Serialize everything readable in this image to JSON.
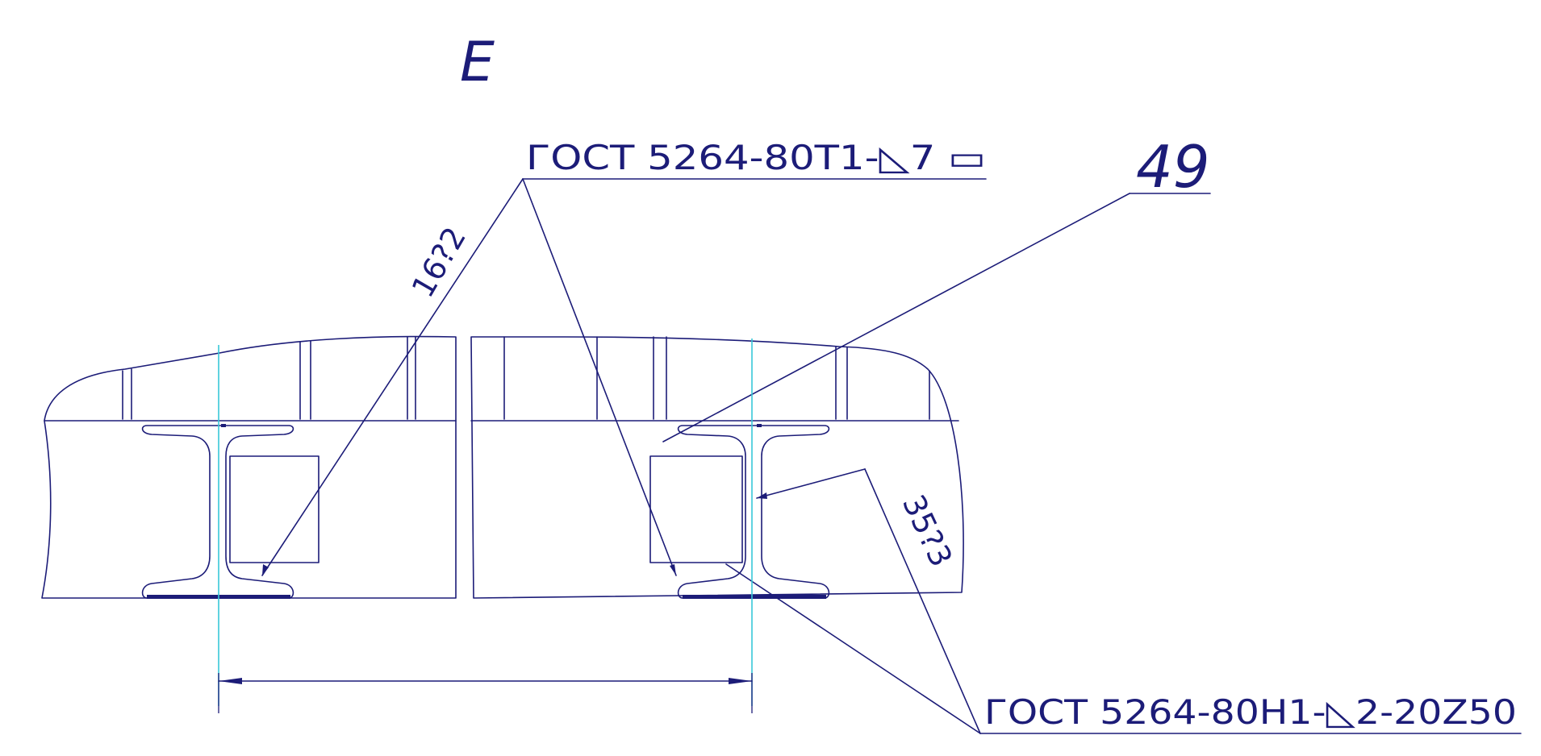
{
  "view_label": "Е",
  "weld_note_top": "ГОСТ 5264-80Т1-◺7 ▭",
  "weld_note_bottom": "ГОСТ 5264-80Н1-◺2-20Z50",
  "position_number": "49",
  "dimension_1": "16?2",
  "dimension_2": "35?3",
  "colors": {
    "ink": "#1c1c78",
    "centerline": "#38c8d8",
    "background": "#ffffff"
  }
}
